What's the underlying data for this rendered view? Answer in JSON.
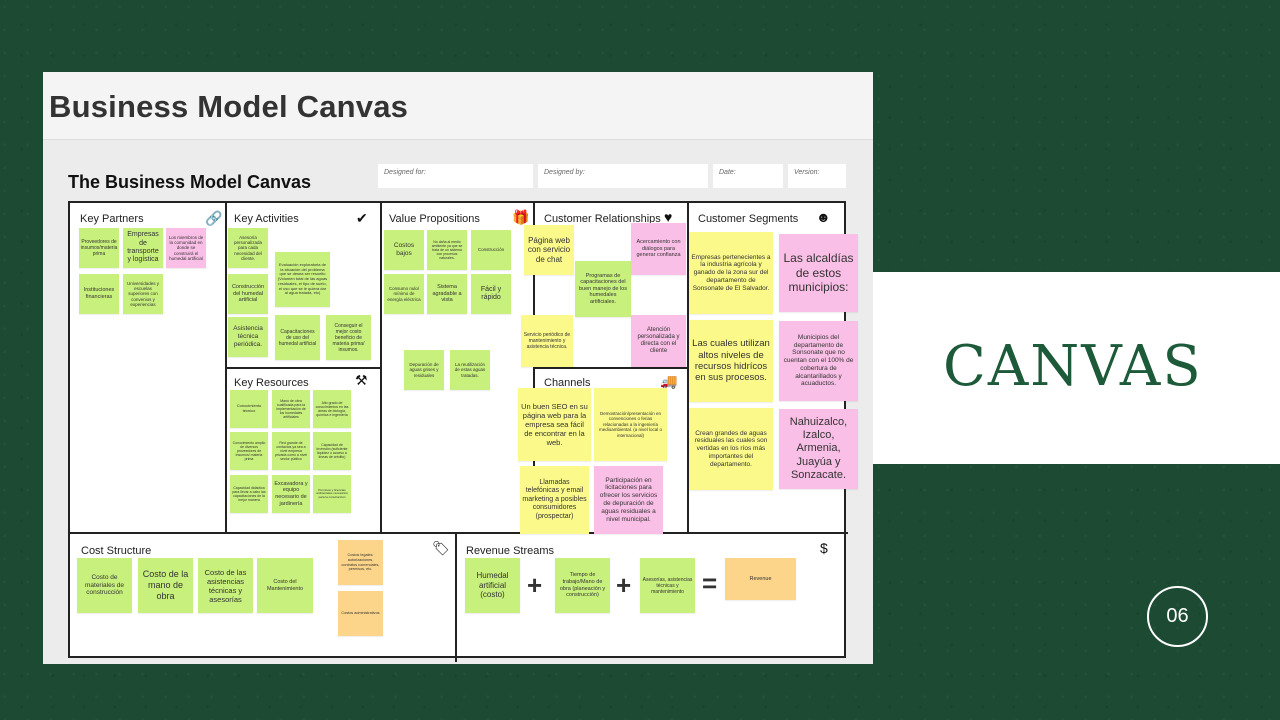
{
  "slide": {
    "heading": "CANVAS",
    "page_number": "06"
  },
  "image": {
    "title": "Business Model Canvas",
    "canvas_title": "The Business Model Canvas",
    "meta": [
      "Designed for:",
      "Designed by:",
      "Date:",
      "Version:"
    ]
  },
  "colors": {
    "green": "#c8f07c",
    "yellow": "#fbf98a",
    "pink": "#f9bfe6",
    "orange": "#fcd58a",
    "brand": "#1c4a33"
  },
  "sections": {
    "key_partners": {
      "title": "Key Partners",
      "icon": "link-icon",
      "notes": [
        {
          "t": "Proveedores de insumos/materia prima",
          "c": "green"
        },
        {
          "t": "Empresas de transporte y logística",
          "c": "green"
        },
        {
          "t": "Los miembros de la comunidad en donde se construirá el humedal artificial",
          "c": "pink"
        },
        {
          "t": "Instituciones financieras",
          "c": "green"
        },
        {
          "t": "Universidades y escuelas superiores con convenios y experiencias",
          "c": "green"
        }
      ]
    },
    "key_activities": {
      "title": "Key Activities",
      "icon": "check-icon",
      "notes": [
        {
          "t": "Asesoría personalizada para cada necesidad del cliente.",
          "c": "green"
        },
        {
          "t": "Evaluación exploratoria de la situación del problema que se desea ser resuelto (Volumen total de las aguas residuales, el tipo de suelo, el uso que se le quiera dar al agua tratada, etc)",
          "c": "green"
        },
        {
          "t": "Construcción del humedal artificial",
          "c": "green"
        },
        {
          "t": "Asistencia técnica periódica.",
          "c": "green"
        },
        {
          "t": "Capacitaciones de uso del humedal artificial",
          "c": "green"
        },
        {
          "t": "Conseguir el mejor costo beneficio de materia prima/ insumos.",
          "c": "green"
        }
      ]
    },
    "key_resources": {
      "title": "Key Resources",
      "icon": "factory-worker-icon",
      "notes": [
        {
          "t": "Conocimiento técnico",
          "c": "green"
        },
        {
          "t": "Mano de obra cualificada para la implementación de los humedales artificiales",
          "c": "green"
        },
        {
          "t": "Alto grado de conocimientos en las áreas de biología, química e ingeniería",
          "c": "green"
        },
        {
          "t": "Conocimiento amplio de diversos proveedores de insumos/ materia prima",
          "c": "green"
        },
        {
          "t": "Red grande de contactos ya sea a nivel empresa privada como a nivel sector público",
          "c": "green"
        },
        {
          "t": "Capacidad de inversión (suficiente liquidez o acceso a líneas de crédito)",
          "c": "green"
        },
        {
          "t": "Capacidad didáctica para llevar a cabo las capacitaciones de la mejor manera",
          "c": "green"
        },
        {
          "t": "Excavadora y equipo necesario de jardinería",
          "c": "green"
        },
        {
          "t": "Permisos y licencias ambientales necesarios para la construcción",
          "c": "green"
        }
      ]
    },
    "value_propositions": {
      "title": "Value Propositions",
      "icon": "gift-icon",
      "notes": [
        {
          "t": "Costos bajos",
          "c": "green"
        },
        {
          "t": "No daña al medio ambiente ya que se trata de un sistema con procesos naturales.",
          "c": "green"
        },
        {
          "t": "Construcción",
          "c": "green"
        },
        {
          "t": "Consumo nulo/ mínimo de energía eléctrica",
          "c": "green"
        },
        {
          "t": "Sistema agradable a vista",
          "c": "green"
        },
        {
          "t": "Fácil y rápido",
          "c": "green"
        },
        {
          "t": "Depuración de aguas grises y residuales",
          "c": "green"
        },
        {
          "t": "La reutilización de estas aguas tratadas.",
          "c": "green"
        }
      ]
    },
    "customer_relationships": {
      "title": "Customer Relationships",
      "icon": "heart-icon",
      "notes": [
        {
          "t": "Página web con servicio de chat",
          "c": "yellow"
        },
        {
          "t": "Programas de capacitaciones del buen manejo de los humedales artificiales.",
          "c": "green"
        },
        {
          "t": "Acercamiento con diálogos para generar confianza",
          "c": "pink"
        },
        {
          "t": "Servicio periódico de mantenimiento y asistencia técnica.",
          "c": "yellow"
        },
        {
          "t": "Atención personalizada y directa con el cliente",
          "c": "pink"
        }
      ]
    },
    "channels": {
      "title": "Channels",
      "icon": "truck-icon",
      "notes": [
        {
          "t": "Un buen SEO en su página web para la empresa sea fácil de encontrar en la web.",
          "c": "yellow"
        },
        {
          "t": "Demostración/presentación en convenciones o ferias relacionadas a la ingeniería medioambiental. (a nivel local o internacional)",
          "c": "yellow"
        },
        {
          "t": "Llamadas telefónicas y email marketing a posibles consumidores (prospectar)",
          "c": "yellow"
        },
        {
          "t": "Participación en licitaciones para ofrecer los servicios de depuración de aguas residuales a nivel municipal.",
          "c": "pink"
        }
      ]
    },
    "customer_segments": {
      "title": "Customer Segments",
      "icon": "face-icon",
      "notes": [
        {
          "t": "Empresas pertenecientes a la industria agrícola y ganado de la zona sur del departamento de Sonsonate de El Salvador.",
          "c": "yellow"
        },
        {
          "t": "Las alcaldías de estos municipios:",
          "c": "pink"
        },
        {
          "t": "Las cuales utilizan altos niveles de recursos hidrícos en sus procesos.",
          "c": "yellow"
        },
        {
          "t": "Municipios del departamento de Sonsonate que no cuentan con el 100% de cobertura de alcantarillados y acuaductos.",
          "c": "pink"
        },
        {
          "t": "Crean grandes de aguas residuales las cuales son vertidas en los ríos más importantes del departamento.",
          "c": "yellow"
        },
        {
          "t": "Nahuizalco, Izalco, Armenia, Juayúa y Sonzacate.",
          "c": "pink"
        }
      ]
    },
    "cost_structure": {
      "title": "Cost Structure",
      "icon": "tag-icon",
      "notes": [
        {
          "t": "Costo de materiales de construcción",
          "c": "green"
        },
        {
          "t": "Costo de la mano de obra",
          "c": "green"
        },
        {
          "t": "Costo de las asistencias técnicas y asesorías",
          "c": "green"
        },
        {
          "t": "Costo del Mantenimiento",
          "c": "green"
        },
        {
          "t": "Costos legales: autorizaciones, contratos comerciales, permisos, etc.",
          "c": "orange"
        },
        {
          "t": "Costos administrativos",
          "c": "orange"
        }
      ]
    },
    "revenue_streams": {
      "title": "Revenue Streams",
      "icon": "money-bag-icon",
      "operators": [
        "+",
        "+",
        "="
      ],
      "notes": [
        {
          "t": "Humedal artificial (costo)",
          "c": "green"
        },
        {
          "t": "Tiempo de trabajo/Mano de obra (planeación y construcción)",
          "c": "green"
        },
        {
          "t": "Asesorías, asistencias técnicas y mantenimiento",
          "c": "green"
        },
        {
          "t": "Revenue",
          "c": "orange"
        }
      ]
    }
  }
}
